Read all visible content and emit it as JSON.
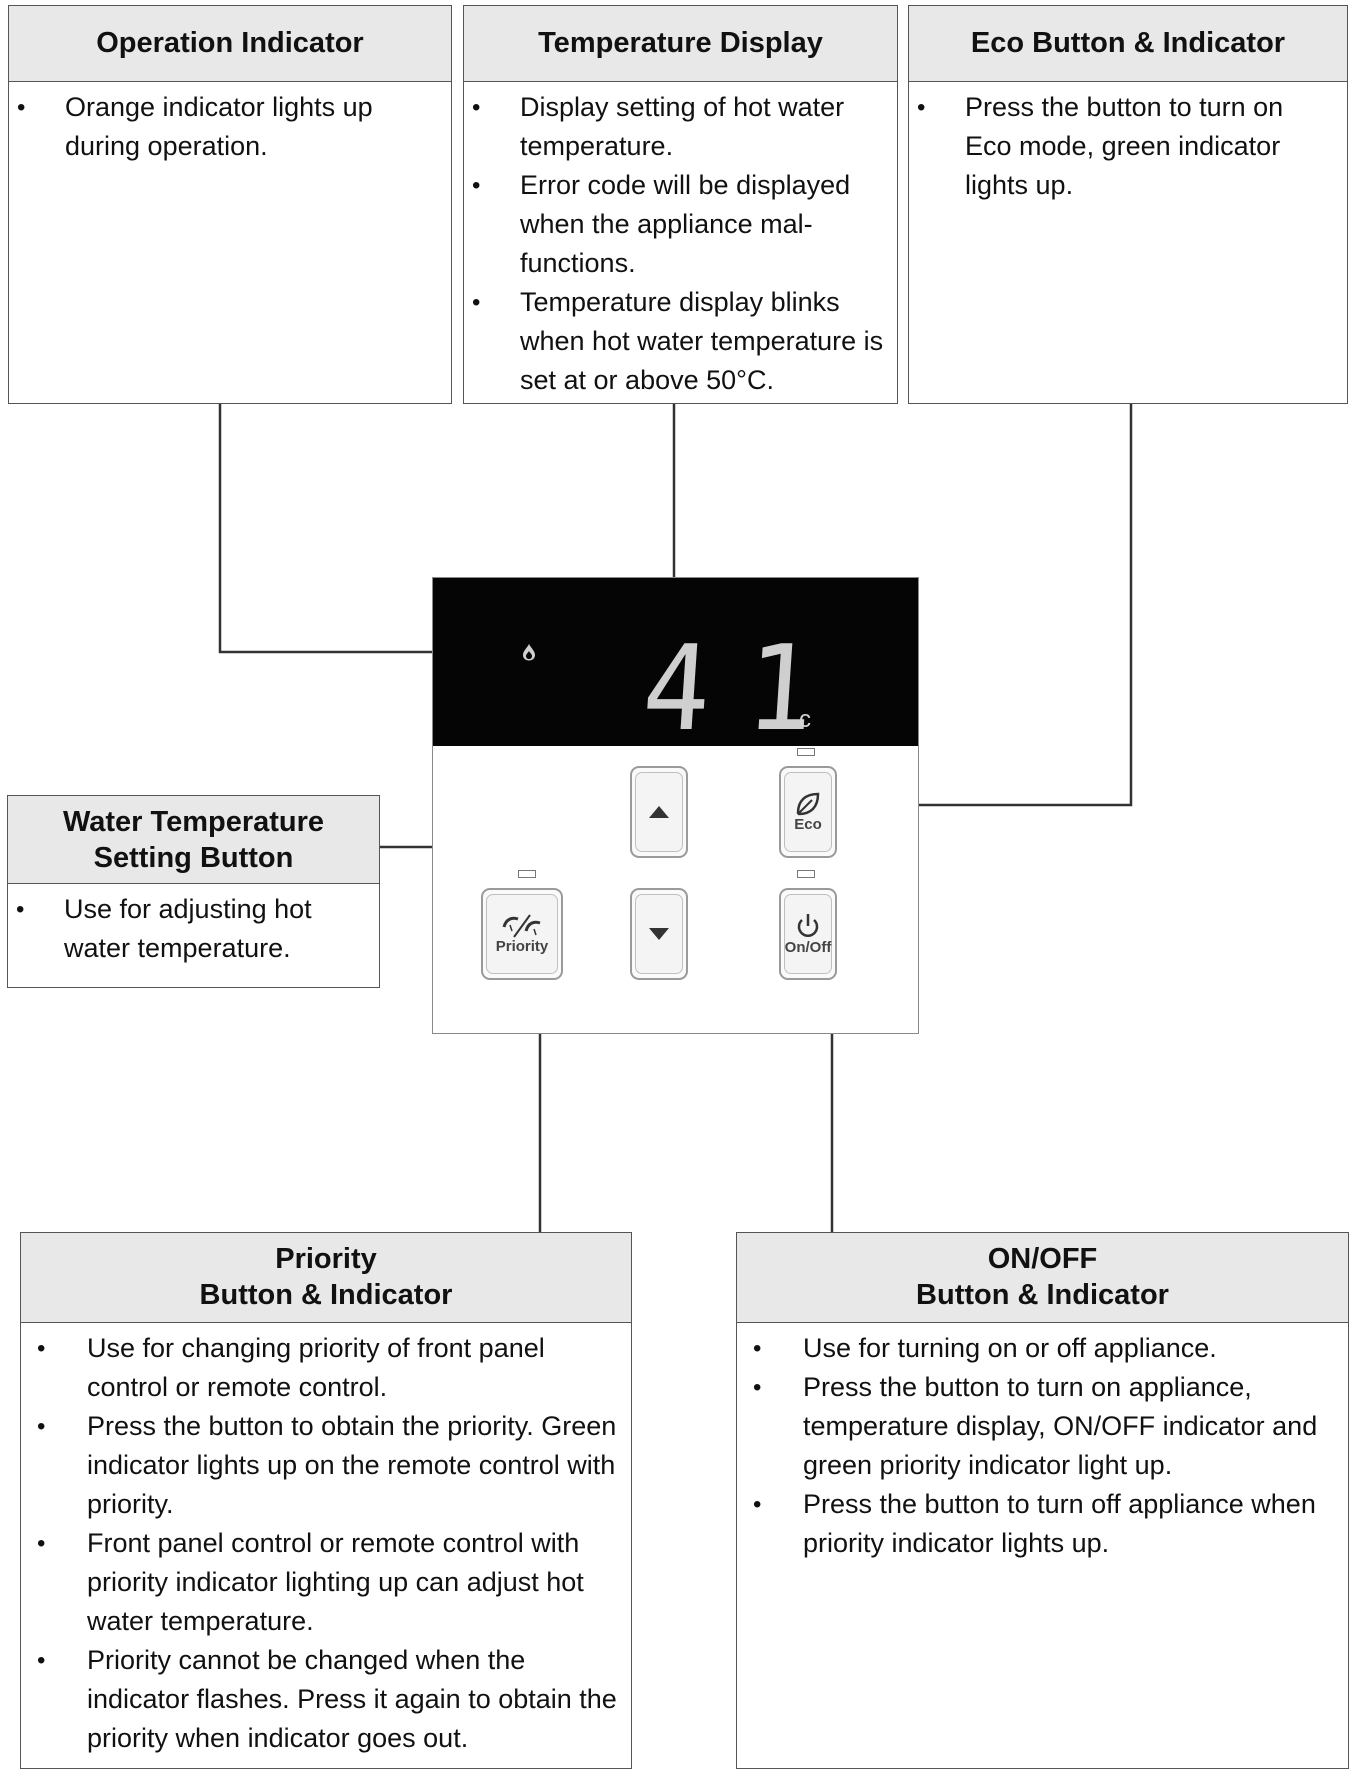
{
  "callouts": {
    "operation": {
      "title": "Operation Indicator",
      "items": [
        "Orange indicator lights up during operation."
      ]
    },
    "temperature_display": {
      "title": "Temperature Display",
      "items": [
        "Display setting of hot water temperature.",
        "Error code will be displayed when the appliance mal-functions.",
        "Temperature display blinks when hot water temperature is set at or above 50°C."
      ]
    },
    "eco": {
      "title": "Eco Button & Indicator",
      "items": [
        "Press the button to turn on Eco mode, green indicator lights up."
      ]
    },
    "water_temp": {
      "title_line1": "Water Temperature",
      "title_line2": "Setting Button",
      "items": [
        "Use for adjusting hot water temperature."
      ]
    },
    "priority": {
      "title_line1": "Priority",
      "title_line2": "Button & Indicator",
      "items": [
        "Use for changing priority of front panel control or remote control.",
        "Press the button to obtain the priority. Green indicator lights up on the remote control with priority.",
        "Front panel control or remote control with priority indicator lighting up can adjust hot water temperature.",
        "Priority cannot be changed when the indicator flashes. Press it again to obtain the priority when indicator goes out."
      ]
    },
    "onoff": {
      "title_line1": "ON/OFF",
      "title_line2": "Button & Indicator",
      "items": [
        "Use for turning on or off appliance.",
        "Press the button to turn on appliance, temperature display, ON/OFF indicator and green priority indicator light up.",
        "Press the button to turn off appliance when priority indicator lights up."
      ]
    }
  },
  "panel": {
    "display_value": "41",
    "display_unit": "c",
    "eco_label": "Eco",
    "onoff_label": "On/Off",
    "priority_label": "Priority",
    "display_color": "#050505",
    "header_fill": "#e8e8e8"
  }
}
